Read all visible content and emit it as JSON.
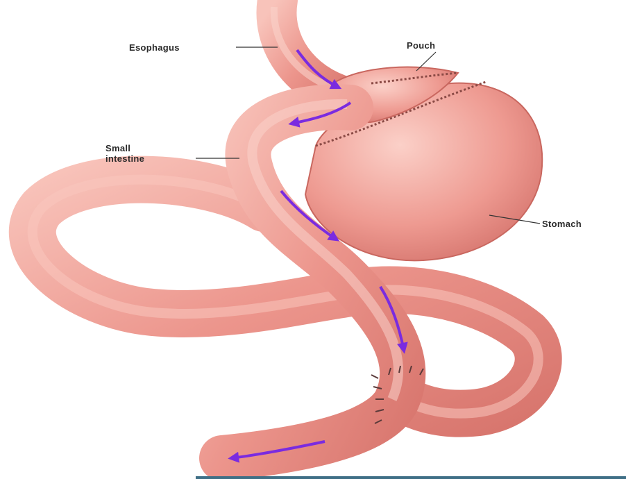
{
  "labels": {
    "esophagus": "Esophagus",
    "pouch": "Pouch",
    "small_intestine": "Small\nintestine",
    "stomach": "Stomach"
  },
  "colors": {
    "tissue": "#ea8e86",
    "tissue_light": "#f7b8ae",
    "tissue_dark": "#c9675f",
    "arrow": "#7a2be0",
    "staples": "#5a3a3a",
    "leader": "#333333"
  }
}
